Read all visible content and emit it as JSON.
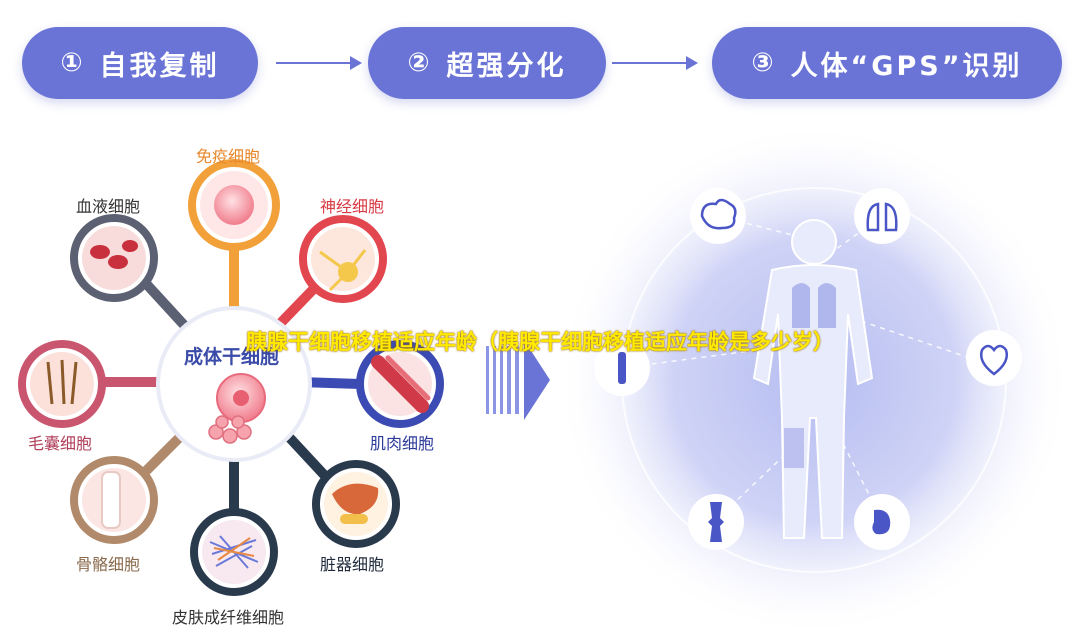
{
  "steps": [
    {
      "num": "①",
      "label": "自我复制"
    },
    {
      "num": "②",
      "label": "超强分化"
    },
    {
      "num": "③",
      "label": "人体“GPS”识别"
    }
  ],
  "center": {
    "label": "成体干细胞"
  },
  "cells": [
    {
      "label": "免疫细胞",
      "color": "#f2a03a"
    },
    {
      "label": "神经细胞",
      "color": "#e2474f"
    },
    {
      "label": "肌肉细胞",
      "color": "#3b4bb3"
    },
    {
      "label": "脏器细胞",
      "color": "#2a3a4d"
    },
    {
      "label": "皮肤成纤维细胞",
      "color": "#2a3a4d"
    },
    {
      "label": "骨骼细胞",
      "color": "#b08a6a"
    },
    {
      "label": "毛囊细胞",
      "color": "#c9566e"
    },
    {
      "label": "血液细胞",
      "color": "#5b6172"
    }
  ],
  "organs": [
    "brain-icon",
    "lungs-icon",
    "heart-icon",
    "stomach-icon",
    "knee-joint-icon",
    "bone-icon"
  ],
  "caption": "胰腺干细胞移植适应年龄（胰腺干细胞移植适应年龄是多少岁）",
  "colors": {
    "accent": "#6a74d6",
    "body": "#cfd4f5"
  }
}
